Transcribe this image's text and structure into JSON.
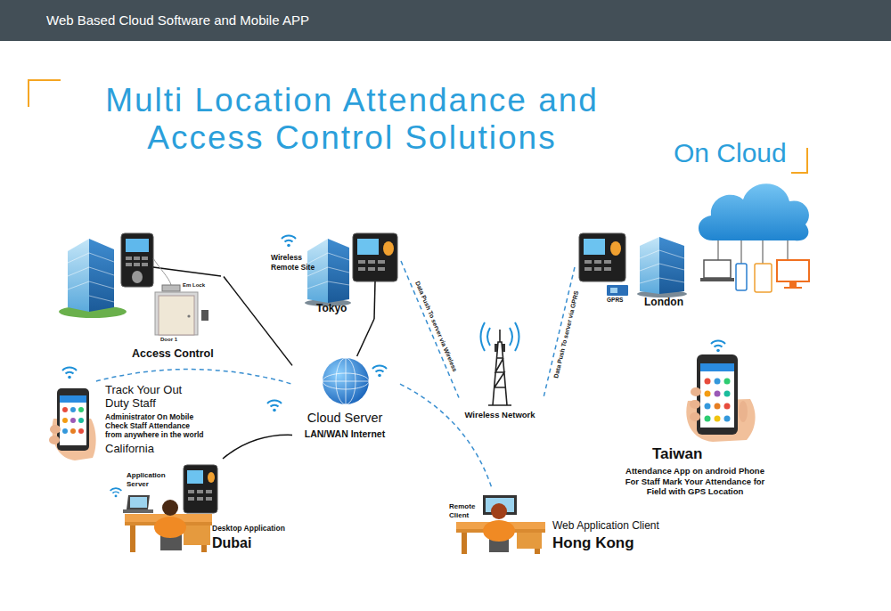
{
  "diagram": {
    "title": "Multi Location Attendance and Access Control Solutions",
    "nodes": [
      {
        "text": [
          "On Cloud"
        ]
      },
      {
        "text": [
          "Access Control"
        ]
      },
      {
        "text": [
          "Wireless Remote Site",
          "Tokyo"
        ]
      },
      {
        "text": [
          "GPRS",
          "London"
        ]
      },
      {
        "text": [
          "Cloud Server",
          "LAN/WAN Internet"
        ]
      },
      {
        "text": [
          "Wireless Network"
        ]
      },
      {
        "text": [
          "Track Your Out Duty Staff",
          "Administrator On Mobile Check Staff Attendance from anywhere in the world",
          "California"
        ]
      },
      {
        "text": [
          "Taiwan",
          "Attendance App on android Phone For Staff Mark Your Attendance for Field with GPS Location"
        ]
      },
      {
        "text": [
          "Application Server",
          "Desktop Application",
          "Dubai"
        ]
      },
      {
        "text": [
          "Remote Client",
          "Web Application Client",
          "Hong Kong"
        ]
      }
    ],
    "edges": [
      {
        "from": 1,
        "to": 4,
        "arrow": "none"
      },
      {
        "from": 2,
        "to": 4,
        "arrow": "none"
      },
      {
        "from": 2,
        "to": 5,
        "label": "Data Push To server via Wireless",
        "arrow": "none"
      },
      {
        "from": 3,
        "to": 5,
        "label": "Data Push To server via GPRS",
        "arrow": "none"
      },
      {
        "from": 6,
        "to": 4,
        "arrow": "none"
      },
      {
        "from": 8,
        "to": 4,
        "arrow": "none"
      },
      {
        "from": 4,
        "to": 9,
        "arrow": "none"
      }
    ],
    "labels": [
      "Web Based Cloud Software and Mobile APP",
      "Em Lock",
      "Door 1"
    ]
  }
}
